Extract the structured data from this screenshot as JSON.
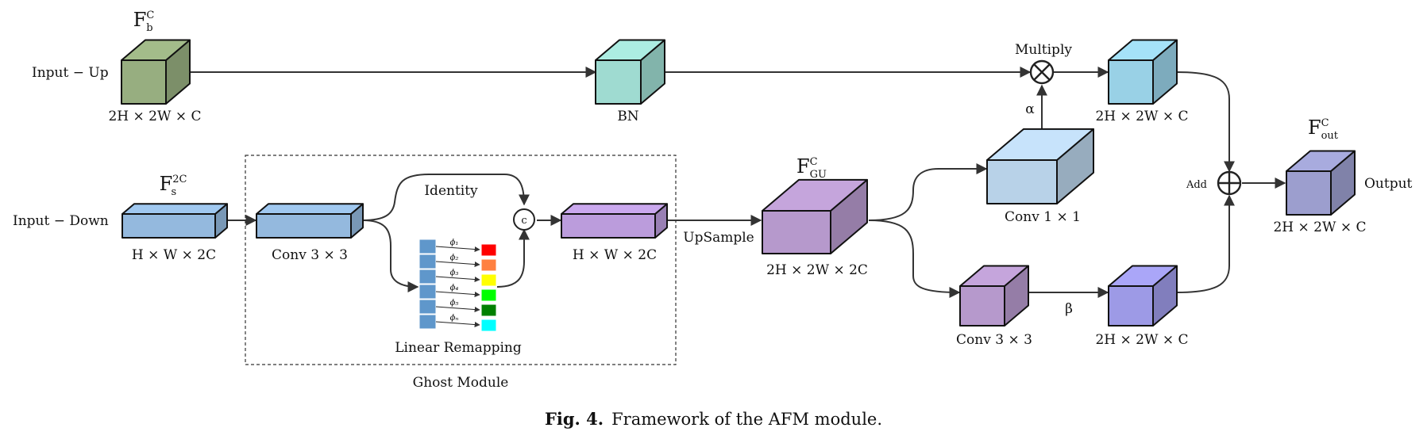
{
  "inputs": {
    "up": "Input − Up",
    "down": "Input − Down"
  },
  "features": {
    "fb": {
      "base": "F",
      "sub": "b",
      "sup": "C"
    },
    "fs": {
      "base": "F",
      "sub": "s",
      "sup": "2C"
    },
    "fgu": {
      "base": "F",
      "sub": "GU",
      "sup": "C"
    },
    "fout": {
      "base": "F",
      "sub": "out",
      "sup": "C"
    }
  },
  "dims": {
    "up_in": "2H × 2W × C",
    "down_in": "H × W × 2C",
    "ghost_out": "H × W × 2C",
    "fgu": "2H × 2W × 2C",
    "mult_out": "2H × 2W × C",
    "conv_out": "2H × 2W × C",
    "out": "2H × 2W × C"
  },
  "blocks": {
    "bn": "BN",
    "conv3_ghost": "Conv 3 × 3",
    "conv1": "Conv 1 × 1",
    "conv3": "Conv 3 × 3"
  },
  "ops": {
    "identity": "Identity",
    "concat": "c",
    "linear_remapping": "Linear Remapping",
    "ghost_module": "Ghost Module",
    "upsample": "UpSample",
    "multiply": "Multiply",
    "add": "Add",
    "alpha": "α",
    "beta": "β",
    "output": "Output"
  },
  "phi_labels": [
    "ϕ₁",
    "ϕ₂",
    "ϕ₃",
    "ϕ₄",
    "ϕ₅",
    "ϕₙ"
  ],
  "colors": {
    "fb": "#97ae80",
    "bn": "#9fdbd1",
    "fs": "#94b9de",
    "conv3_ghost": "#94b9de",
    "ghost_out": "#bb9cdc",
    "fgu": "#b699cc",
    "conv1": "#b8d2e8",
    "conv3": "#b699cc",
    "mult_out": "#99d1e6",
    "conv_out": "#9d9ae6",
    "out": "#9c9ece",
    "channel": "#5f97cb",
    "ghost_colors": [
      "#ff0000",
      "#ff8040",
      "#ffff00",
      "#00ff00",
      "#008000",
      "#00ffff"
    ]
  },
  "caption": {
    "fig": "Fig. 4.",
    "text": "Framework of the AFM module."
  }
}
